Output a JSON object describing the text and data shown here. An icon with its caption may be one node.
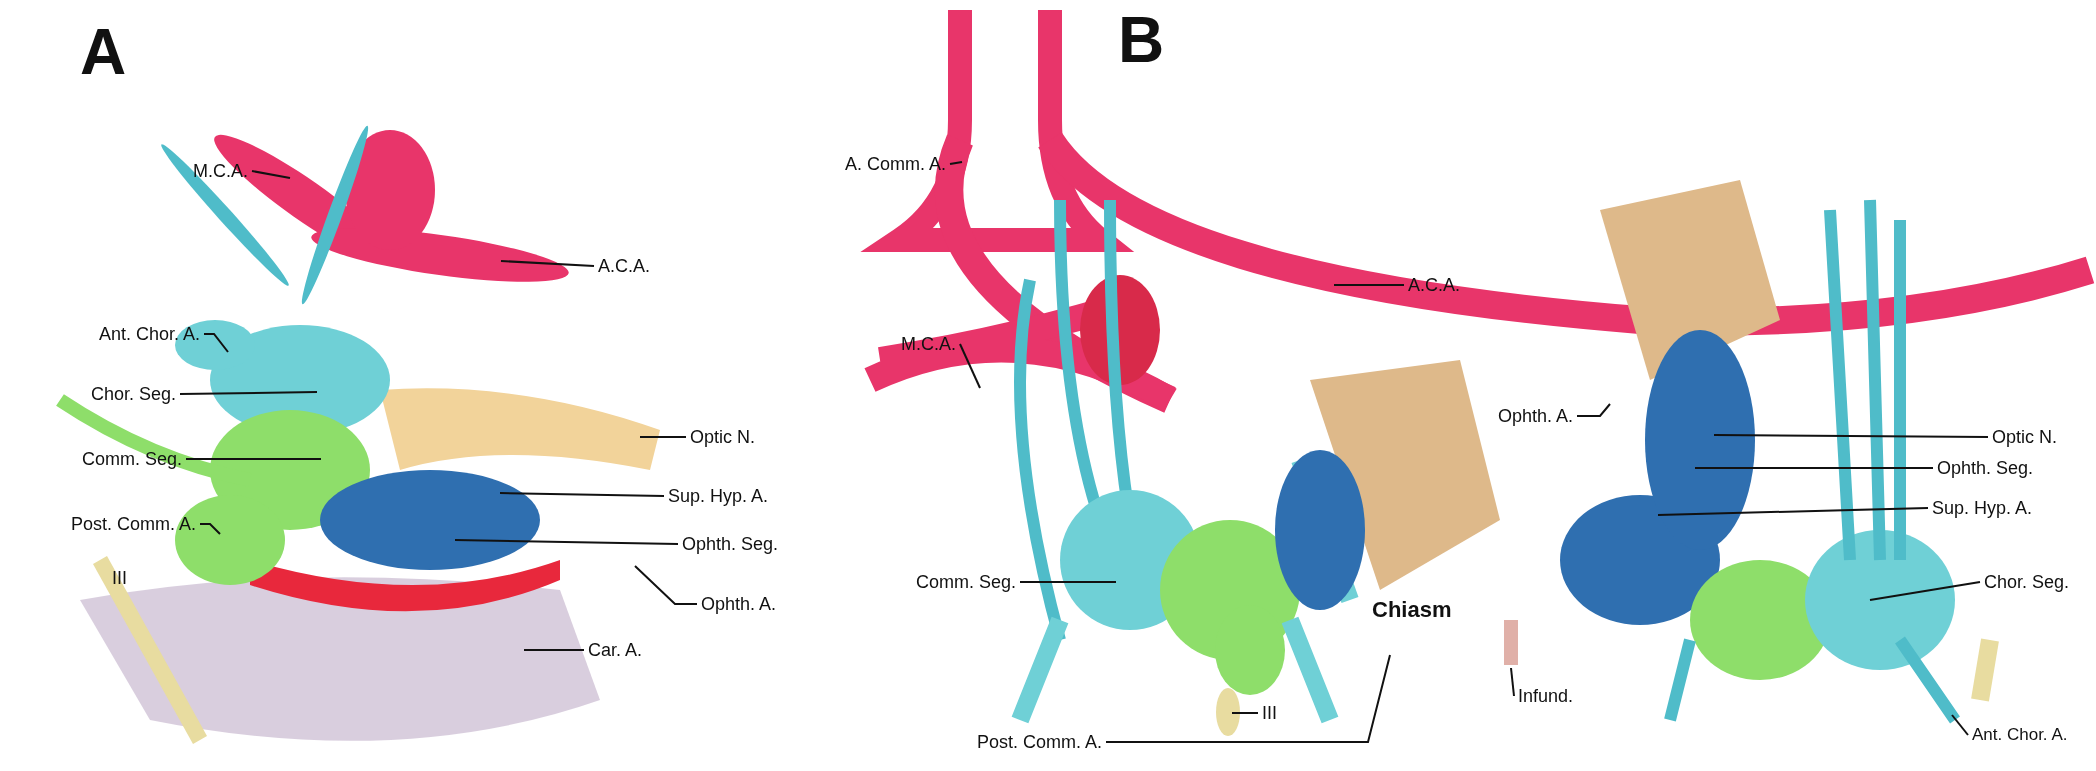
{
  "diagram": {
    "nodes": [
      {
        "text": [
          "M.C.A."
        ]
      },
      {
        "text": [
          "A.C.A."
        ]
      },
      {
        "text": [
          "Ant. Chor. A."
        ]
      },
      {
        "text": [
          "Chor. Seg."
        ]
      },
      {
        "text": [
          "Optic N."
        ]
      },
      {
        "text": [
          "Comm. Seg."
        ]
      },
      {
        "text": [
          "Sup. Hyp. A."
        ]
      },
      {
        "text": [
          "Post. Comm. A."
        ]
      },
      {
        "text": [
          "Ophth. Seg."
        ]
      },
      {
        "text": [
          "Ophth. A."
        ]
      },
      {
        "text": [
          "Car. A."
        ]
      },
      {
        "text": [
          "A. Comm. A."
        ]
      },
      {
        "text": [
          "A.C.A."
        ]
      },
      {
        "text": [
          "M.C.A."
        ]
      },
      {
        "text": [
          "Ophth. A."
        ]
      },
      {
        "text": [
          "Optic N."
        ]
      },
      {
        "text": [
          "Ophth. Seg."
        ]
      },
      {
        "text": [
          "Sup. Hyp. A."
        ]
      },
      {
        "text": [
          "Comm. Seg."
        ]
      },
      {
        "text": [
          "Chor. Seg."
        ]
      },
      {
        "text": [
          "Infund."
        ]
      },
      {
        "text": [
          "III"
        ]
      },
      {
        "text": [
          "Post. Comm. A."
        ]
      },
      {
        "text": [
          "Ant. Chor. A."
        ]
      }
    ],
    "edges": [
      {
        "from": 0,
        "to": null,
        "arrow": "none"
      },
      {
        "from": 1,
        "to": null,
        "arrow": "none"
      },
      {
        "from": 2,
        "to": null,
        "arrow": "none"
      },
      {
        "from": 3,
        "to": null,
        "arrow": "none"
      },
      {
        "from": 4,
        "to": null,
        "arrow": "none"
      },
      {
        "from": 5,
        "to": null,
        "arrow": "none"
      },
      {
        "from": 6,
        "to": null,
        "arrow": "none"
      },
      {
        "from": 7,
        "to": null,
        "arrow": "none"
      },
      {
        "from": 8,
        "to": null,
        "arrow": "none"
      },
      {
        "from": 9,
        "to": null,
        "arrow": "none"
      },
      {
        "from": 10,
        "to": null,
        "arrow": "none"
      },
      {
        "from": 11,
        "to": null,
        "arrow": "none"
      },
      {
        "from": 12,
        "to": null,
        "arrow": "none"
      },
      {
        "from": 13,
        "to": null,
        "arrow": "none"
      },
      {
        "from": 14,
        "to": null,
        "arrow": "none"
      },
      {
        "from": 15,
        "to": null,
        "arrow": "none"
      },
      {
        "from": 16,
        "to": null,
        "arrow": "none"
      },
      {
        "from": 17,
        "to": null,
        "arrow": "none"
      },
      {
        "from": 18,
        "to": null,
        "arrow": "none"
      },
      {
        "from": 19,
        "to": null,
        "arrow": "none"
      },
      {
        "from": 20,
        "to": null,
        "arrow": "none"
      },
      {
        "from": 21,
        "to": null,
        "arrow": "none"
      },
      {
        "from": 22,
        "to": null,
        "arrow": "none"
      },
      {
        "from": 23,
        "to": null,
        "arrow": "none"
      }
    ],
    "labels": [
      "A",
      "B",
      "III",
      "Chiasm"
    ]
  }
}
